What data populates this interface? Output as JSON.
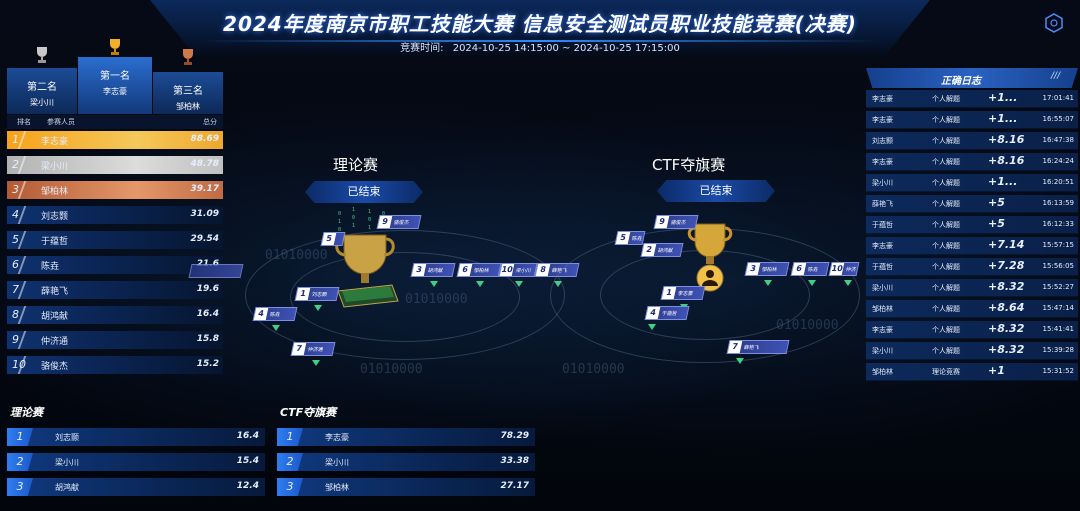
{
  "header": {
    "title": "2024年度南京市职工技能大赛 信息安全测试员职业技能竞赛(决赛)",
    "time_label": "竞赛时间:",
    "time_range": "2024-10-25 14:15:00 ~ 2024-10-25 17:15:00"
  },
  "podium": {
    "first": {
      "place": "第一名",
      "name": "李志豪"
    },
    "second": {
      "place": "第二名",
      "name": "梁小川"
    },
    "third": {
      "place": "第三名",
      "name": "邹柏林"
    }
  },
  "ranking": {
    "headers": {
      "rank": "排名",
      "name": "参赛人员",
      "score": "总分"
    },
    "rows": [
      {
        "rank": "1",
        "name": "李志豪",
        "score": "88.69"
      },
      {
        "rank": "2",
        "name": "梁小川",
        "score": "48.78"
      },
      {
        "rank": "3",
        "name": "邹柏林",
        "score": "39.17"
      },
      {
        "rank": "4",
        "name": "刘志颢",
        "score": "31.09"
      },
      {
        "rank": "5",
        "name": "于蕴哲",
        "score": "29.54"
      },
      {
        "rank": "6",
        "name": "陈垚",
        "score": "21.6"
      },
      {
        "rank": "7",
        "name": "薛艳飞",
        "score": "19.6"
      },
      {
        "rank": "8",
        "name": "胡鸿献",
        "score": "16.4"
      },
      {
        "rank": "9",
        "name": "仲济通",
        "score": "15.8"
      },
      {
        "rank": "10",
        "name": "骆俊杰",
        "score": "15.2"
      }
    ]
  },
  "theory": {
    "title": "理论赛",
    "status": "已结束",
    "nodes": [
      {
        "n": "5",
        "t": ""
      },
      {
        "n": "9",
        "t": "骆俊杰"
      },
      {
        "n": "1",
        "t": "刘志颢"
      },
      {
        "n": "4",
        "t": "陈垚"
      },
      {
        "n": "7",
        "t": "仲济通"
      },
      {
        "n": "3",
        "t": "胡鸿献"
      },
      {
        "n": "6",
        "t": "邹柏林"
      },
      {
        "n": "10",
        "t": "梁小川"
      },
      {
        "n": "8",
        "t": "薛艳飞"
      }
    ]
  },
  "ctf": {
    "title": "CTF夺旗赛",
    "status": "已结束",
    "nodes": [
      {
        "n": "9",
        "t": "骆俊杰"
      },
      {
        "n": "5",
        "t": "陈垚"
      },
      {
        "n": "2",
        "t": "胡鸿献"
      },
      {
        "n": "1",
        "t": "李志豪"
      },
      {
        "n": "4",
        "t": "于蕴哲"
      },
      {
        "n": "7",
        "t": "薛艳飞"
      },
      {
        "n": "3",
        "t": "邹柏林"
      },
      {
        "n": "6",
        "t": "陈垚"
      },
      {
        "n": "10",
        "t": "仲济"
      }
    ]
  },
  "binary_text": "01010000",
  "log": {
    "title": "正确日志",
    "marker": "///",
    "rows": [
      {
        "name": "李志豪",
        "type": "个人解题",
        "score": "+1...",
        "time": "17:01:41"
      },
      {
        "name": "李志豪",
        "type": "个人解题",
        "score": "+1...",
        "time": "16:55:07"
      },
      {
        "name": "刘志颢",
        "type": "个人解题",
        "score": "+8.16",
        "time": "16:47:38"
      },
      {
        "name": "李志豪",
        "type": "个人解题",
        "score": "+8.16",
        "time": "16:24:24"
      },
      {
        "name": "梁小川",
        "type": "个人解题",
        "score": "+1...",
        "time": "16:20:51"
      },
      {
        "name": "薛艳飞",
        "type": "个人解题",
        "score": "+5",
        "time": "16:13:59"
      },
      {
        "name": "于蕴哲",
        "type": "个人解题",
        "score": "+5",
        "time": "16:12:33"
      },
      {
        "name": "李志豪",
        "type": "个人解题",
        "score": "+7.14",
        "time": "15:57:15"
      },
      {
        "name": "于蕴哲",
        "type": "个人解题",
        "score": "+7.28",
        "time": "15:56:05"
      },
      {
        "name": "梁小川",
        "type": "个人解题",
        "score": "+8.32",
        "time": "15:52:27"
      },
      {
        "name": "邹柏林",
        "type": "个人解题",
        "score": "+8.64",
        "time": "15:47:14"
      },
      {
        "name": "李志豪",
        "type": "个人解题",
        "score": "+8.32",
        "time": "15:41:41"
      },
      {
        "name": "梁小川",
        "type": "个人解题",
        "score": "+8.32",
        "time": "15:39:28"
      },
      {
        "name": "邹柏林",
        "type": "理论竞赛",
        "score": "+1",
        "time": "15:31:52"
      }
    ]
  },
  "bottom_theory": {
    "title": "理论赛",
    "rows": [
      {
        "rank": "1",
        "name": "刘志颢",
        "score": "16.4"
      },
      {
        "rank": "2",
        "name": "梁小川",
        "score": "15.4"
      },
      {
        "rank": "3",
        "name": "胡鸿献",
        "score": "12.4"
      }
    ]
  },
  "bottom_ctf": {
    "title": "CTF夺旗赛",
    "rows": [
      {
        "rank": "1",
        "name": "李志豪",
        "score": "78.29"
      },
      {
        "rank": "2",
        "name": "梁小川",
        "score": "33.38"
      },
      {
        "rank": "3",
        "name": "邹柏林",
        "score": "27.17"
      }
    ]
  }
}
